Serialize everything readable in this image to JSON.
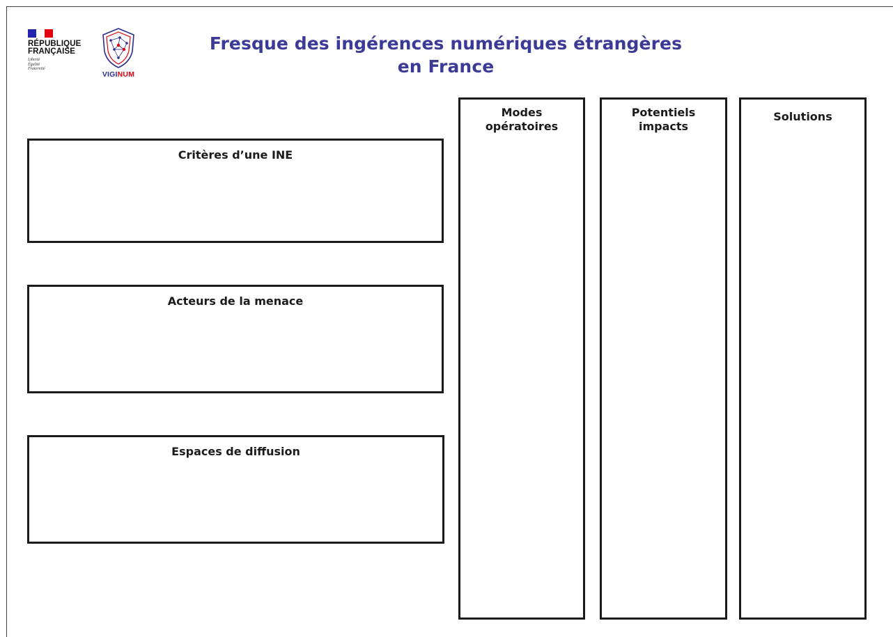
{
  "header": {
    "republique_logo": {
      "name_line1": "RÉPUBLIQUE",
      "name_line2": "FRANÇAISE",
      "motto_line1": "Liberté",
      "motto_line2": "Égalité",
      "motto_line3": "Fraternité",
      "colors": {
        "blue": "#2323ad",
        "white": "#ffffff",
        "red": "#e1000f"
      }
    },
    "viginum_logo": {
      "wordmark_part1": "VIGI",
      "wordmark_part2": "NUM",
      "icon": "shield-network-icon"
    },
    "title_line1": "Fresque des ingérences numériques étrangères",
    "title_line2": "en France",
    "title_color": "#3b3b97"
  },
  "left_boxes": {
    "criteres": "Critères d’une INE",
    "acteurs": "Acteurs de la menace",
    "espaces": "Espaces de diffusion"
  },
  "columns": {
    "modes_line1": "Modes",
    "modes_line2": "opératoires",
    "impacts_line1": "Potentiels",
    "impacts_line2": "impacts",
    "solutions": "Solutions"
  }
}
